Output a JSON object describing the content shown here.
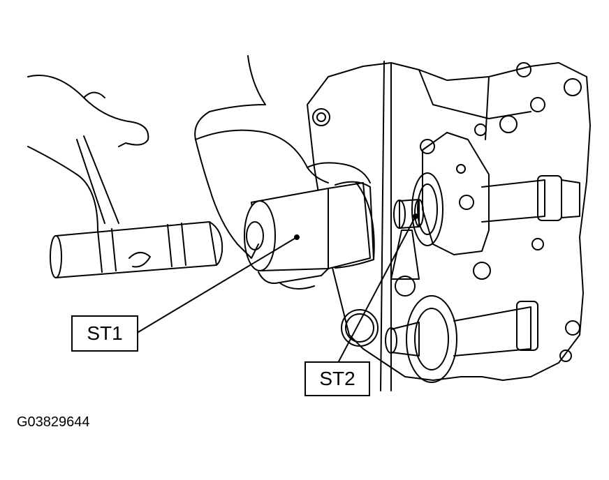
{
  "labels": {
    "st1": "ST1",
    "st2": "ST2"
  },
  "figure_id": "G03829644",
  "icons": [
    "hand-icon",
    "engine-icon",
    "tool-icon"
  ]
}
